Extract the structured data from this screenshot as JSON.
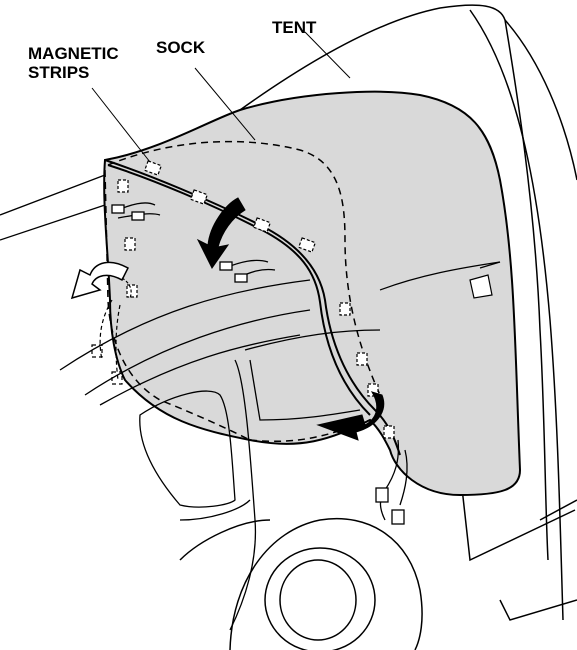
{
  "labels": {
    "tent": "TENT",
    "sock": "SOCK",
    "magnetic_strips_line1": "MAGNETIC",
    "magnetic_strips_line2": "STRIPS"
  },
  "colors": {
    "sock_fill": "#d9d9d9",
    "outline": "#000000",
    "background": "#ffffff"
  },
  "icons": [
    "curved-arrow-icon",
    "magnet-icon",
    "connector-icon"
  ]
}
